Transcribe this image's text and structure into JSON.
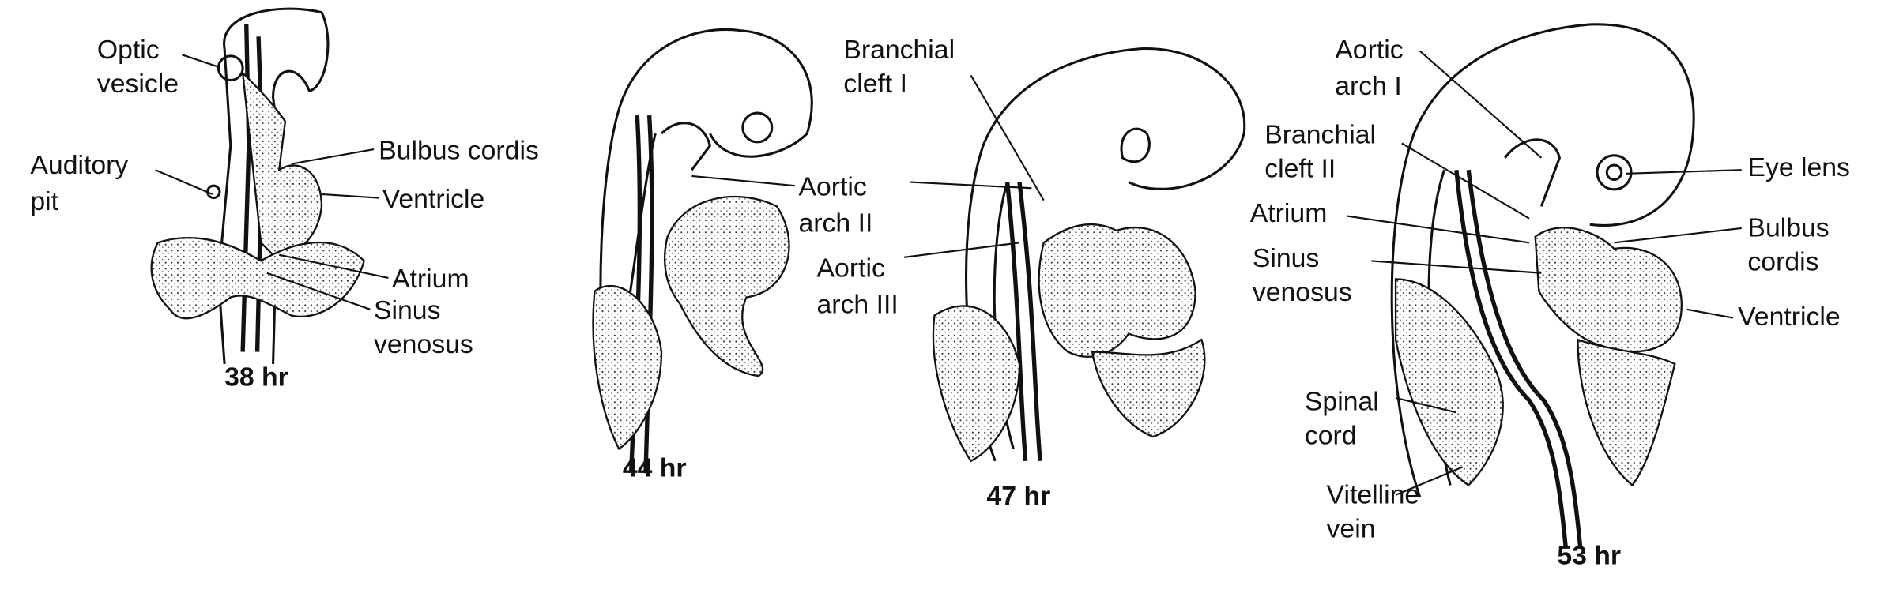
{
  "panels": [
    {
      "stage": "38 hr",
      "labels": {
        "optic_vesicle": [
          "Optic",
          "vesicle"
        ],
        "auditory_pit": [
          "Auditory",
          "pit"
        ],
        "bulbus_cordis": "Bulbus cordis",
        "ventricle": "Ventricle",
        "atrium": "Atrium",
        "sinus_venosus": [
          "Sinus",
          "venosus"
        ]
      }
    },
    {
      "stage": "44 hr",
      "labels": {
        "aortic_arch_ii": [
          "Aortic",
          "arch II"
        ]
      }
    },
    {
      "stage": "47 hr",
      "labels": {
        "branchial_cleft_i": [
          "Branchial",
          "cleft I"
        ],
        "aortic_arch_iii": [
          "Aortic",
          "arch III"
        ]
      }
    },
    {
      "stage": "53 hr",
      "labels": {
        "aortic_arch_i": [
          "Aortic",
          "arch I"
        ],
        "branchial_cleft_ii": [
          "Branchial",
          "cleft II"
        ],
        "atrium": "Atrium",
        "sinus_venosus": [
          "Sinus",
          "venosus"
        ],
        "eye_lens": "Eye lens",
        "bulbus_cordis": [
          "Bulbus",
          "cordis"
        ],
        "ventricle": "Ventricle",
        "spinal_cord": [
          "Spinal",
          "cord"
        ],
        "vitelline_vein": [
          "Vitelline",
          "vein"
        ]
      }
    }
  ]
}
